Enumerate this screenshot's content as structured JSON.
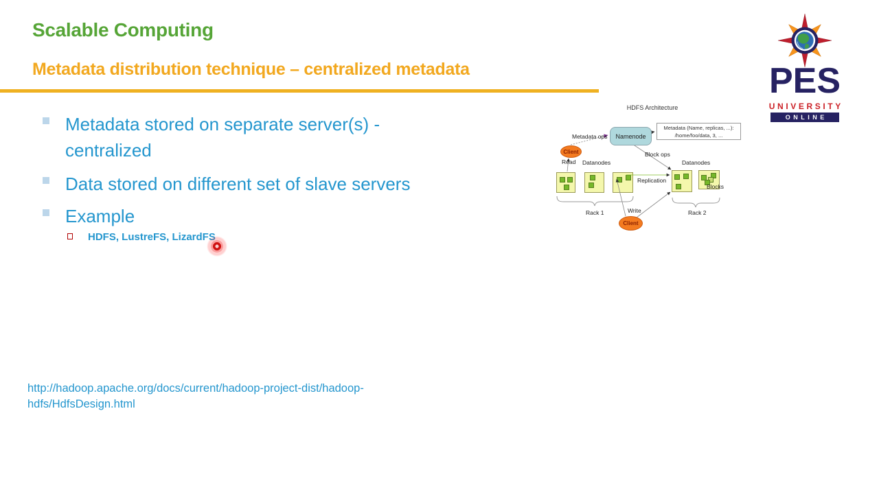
{
  "header": {
    "title": "Scalable Computing",
    "subtitle": "Metadata distribution technique – centralized  metadata"
  },
  "logo": {
    "acronym": "PES",
    "university": "UNIVERSITY",
    "online": "ONLINE"
  },
  "content": {
    "bullets": [
      {
        "lines": [
          "Metadata stored on separate server(s) -",
          "centralized"
        ]
      },
      {
        "lines": [
          "Data stored on different set of slave servers"
        ]
      },
      {
        "lines": [
          "Example"
        ]
      }
    ],
    "sub_bullet": "HDFS, LustreFS, LizardFS",
    "reference_url": {
      "line1": "http://hadoop.apache.org/docs/current/hadoop-project-dist/hadoop-",
      "line2": "hdfs/HdfsDesign.html"
    }
  },
  "diagram": {
    "title": "HDFS Architecture",
    "namenode_label": "Namenode",
    "metadata_box": {
      "line1": "Metadata (Name, replicas, ...):",
      "line2": "/home/foo/data, 3, ..."
    },
    "labels": {
      "metadata_ops": "Metadata ops",
      "block_ops": "Block ops",
      "read": "Read",
      "write": "Write",
      "replication": "Replication",
      "datanodes_left": "Datanodes",
      "datanodes_right": "Datanodes",
      "blocks": "Blocks",
      "rack1": "Rack 1",
      "rack2": "Rack 2",
      "client_top": "Client",
      "client_bottom": "Client"
    }
  },
  "colors": {
    "title_green": "#56A537",
    "subtitle_orange": "#F2A81F",
    "rule_gold": "#EFB121",
    "body_blue": "#2496CE",
    "sub_bullet_marker_red": "#B00000",
    "logo_navy": "#262262",
    "logo_red": "#CB2026",
    "laser_red": "#CF1212",
    "datanode_yellow": "#F4F7AC",
    "block_green": "#76B82A",
    "namenode_teal": "#AFD8DD",
    "client_orange": "#F47B20"
  }
}
